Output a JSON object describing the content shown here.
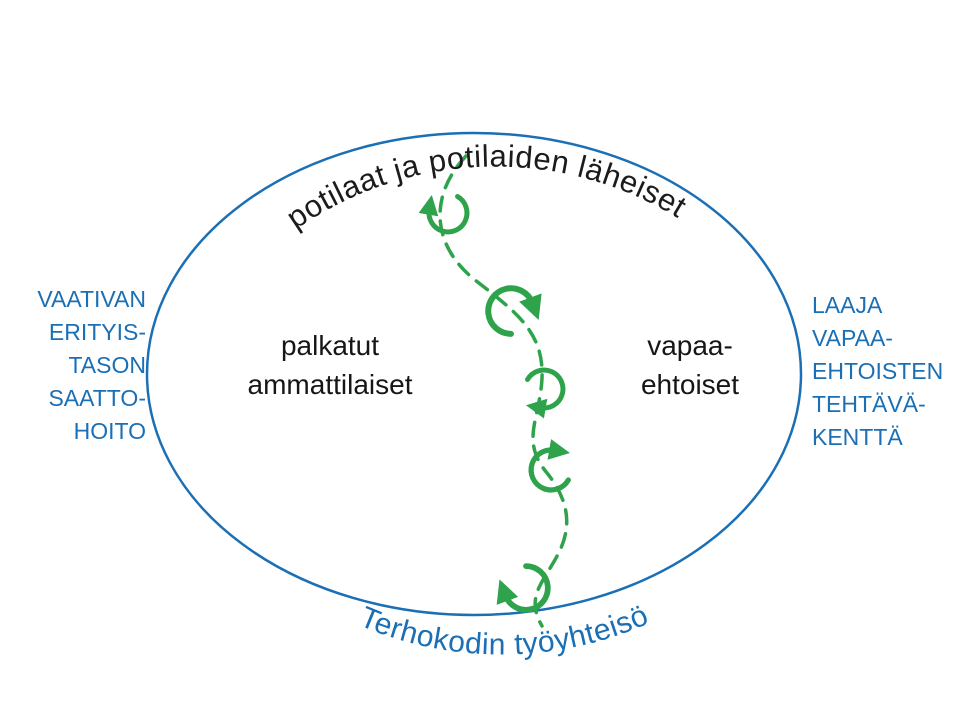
{
  "diagram": {
    "top_arc_label": "potilaat ja potilaiden läheiset",
    "bottom_arc_label": "Terhokodin työyhteisö",
    "left_inner_label": "palkatut\nammattilaiset",
    "right_inner_label": "vapaa-\nehtoiset",
    "left_outer_label": "VAATIVAN\nERITYIS-\nTASON\nSAATTO-\nHOITO",
    "right_outer_label": "LAAJA\nVAPAA-\nEHTOISTEN\nTEHTÄVÄ-\nKENTTÄ",
    "divider": {
      "style": "dashed-curve",
      "arrow_icon": "rotation-arrow",
      "arrow_count": 5
    },
    "colors": {
      "blue": "#1b6fb5",
      "green": "#2fa34c",
      "ink": "#1b1b1b",
      "bg": "#ffffff"
    }
  }
}
